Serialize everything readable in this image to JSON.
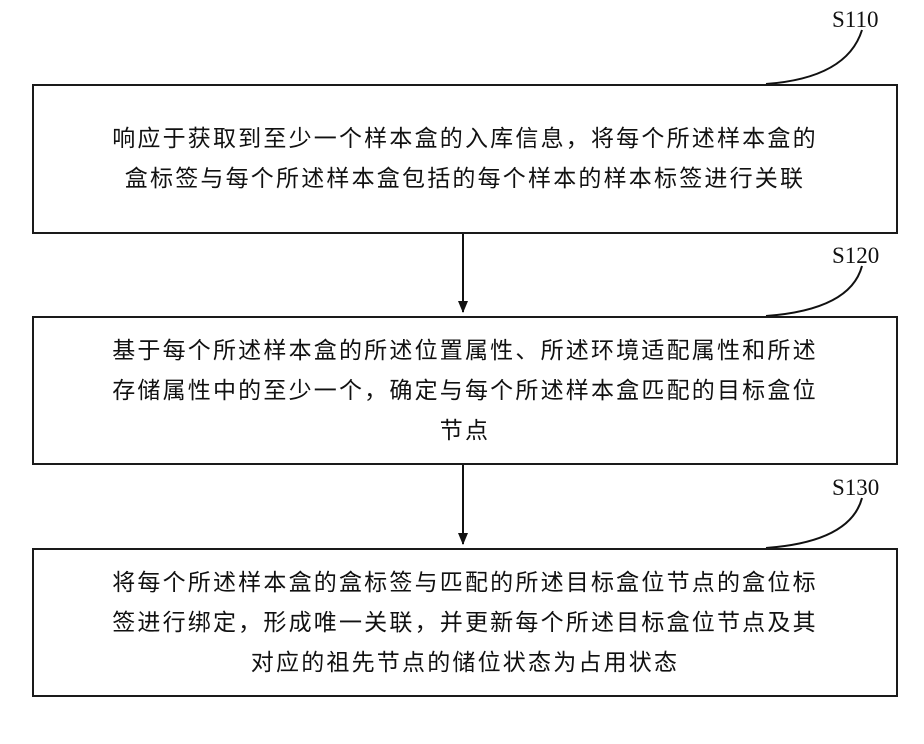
{
  "steps": [
    {
      "id": "S110",
      "lines": [
        "响应于获取到至少一个样本盒的入库信息，将每个所述样本盒的",
        "盒标签与每个所述样本盒包括的每个样本的样本标签进行关联"
      ]
    },
    {
      "id": "S120",
      "lines": [
        "基于每个所述样本盒的所述位置属性、所述环境适配属性和所述",
        "存储属性中的至少一个，确定与每个所述样本盒匹配的目标盒位",
        "节点"
      ]
    },
    {
      "id": "S130",
      "lines": [
        "将每个所述样本盒的盒标签与匹配的所述目标盒位节点的盒位标",
        "签进行绑定，形成唯一关联，并更新每个所述目标盒位节点及其",
        "对应的祖先节点的储位状态为占用状态"
      ]
    }
  ]
}
